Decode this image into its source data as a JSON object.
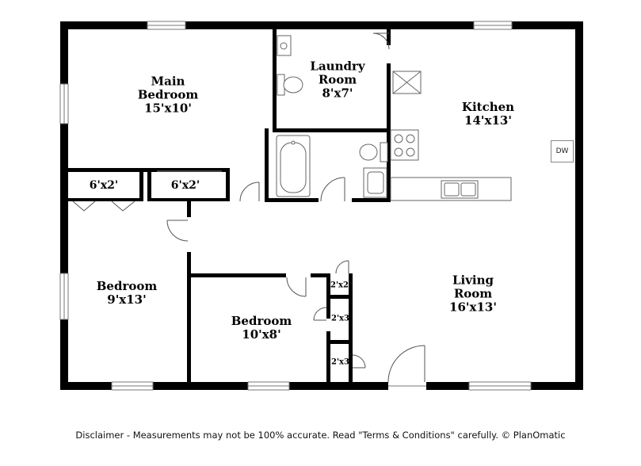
{
  "rooms": {
    "main_bedroom": {
      "name_line1": "Main",
      "name_line2": "Bedroom",
      "dims": "15'x10'"
    },
    "laundry": {
      "name_line1": "Laundry",
      "name_line2": "Room",
      "dims": "8'x7'"
    },
    "kitchen": {
      "name": "Kitchen",
      "dims": "14'x13'"
    },
    "closet_left": {
      "dims": "6'x2'"
    },
    "closet_right": {
      "dims": "6'x2'"
    },
    "bedroom_left": {
      "name": "Bedroom",
      "dims": "9'x13'"
    },
    "bedroom_center": {
      "name": "Bedroom",
      "dims": "10'x8'"
    },
    "living_room": {
      "name_line1": "Living",
      "name_line2": "Room",
      "dims": "16'x13'"
    },
    "closet_small_1": {
      "dims": "2'x2'"
    },
    "closet_small_2": {
      "dims": "2'x3'"
    },
    "closet_small_3": {
      "dims": "2'x3'"
    }
  },
  "appliances": {
    "dishwasher": "DW"
  },
  "disclaimer": "Disclaimer - Measurements may not be 100% accurate. Read \"Terms & Conditions\" carefully. © PlanOmatic"
}
